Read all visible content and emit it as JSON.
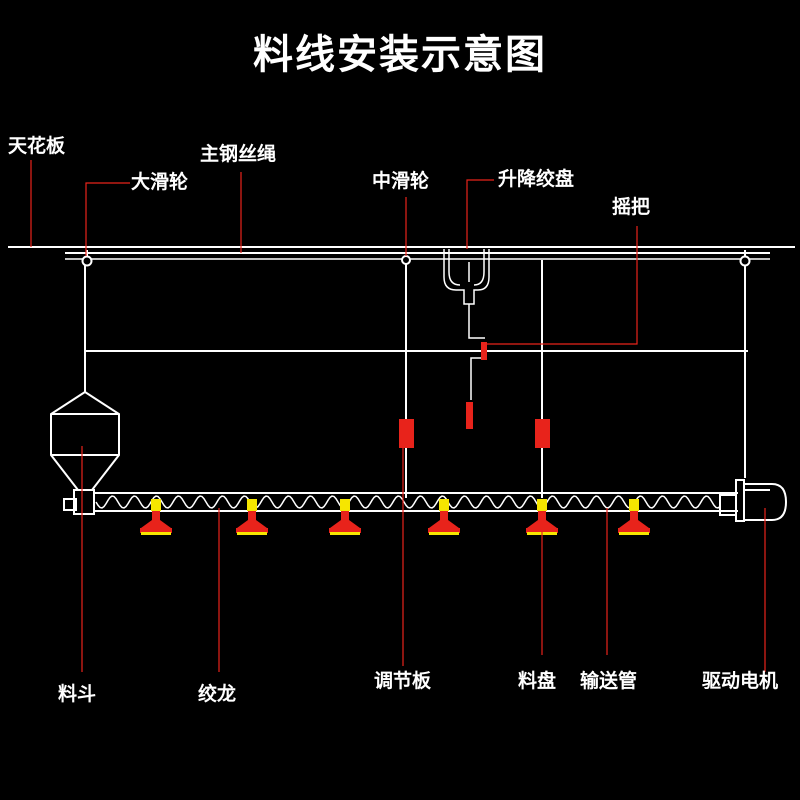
{
  "title": "料线安装示意图",
  "labels": {
    "ceiling": "天花板",
    "main_wire_rope": "主钢丝绳",
    "large_pulley": "大滑轮",
    "middle_pulley": "中滑轮",
    "lifting_winch": "升降绞盘",
    "crank_handle": "摇把",
    "hopper": "料斗",
    "auger": "绞龙",
    "adjusting_plate": "调节板",
    "feed_pan": "料盘",
    "conveying_pipe": "输送管",
    "drive_motor": "驱动电机"
  },
  "colors": {
    "background": "#000000",
    "line": "#ffffff",
    "leader": "#e8231b",
    "adjust_plate": "#e8231b",
    "pan_yellow": "#f6e600",
    "pan_red": "#e8231b"
  }
}
